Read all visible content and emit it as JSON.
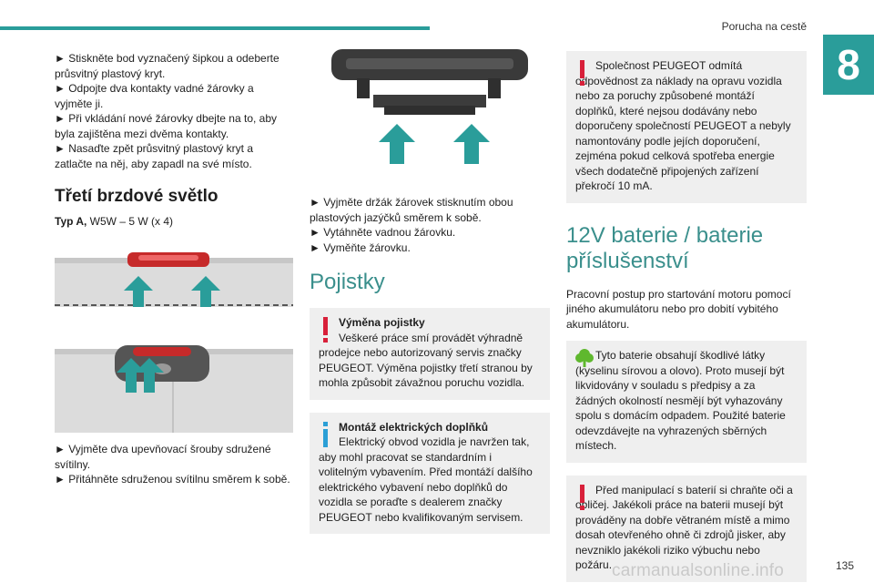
{
  "header": {
    "title": "Porucha na cestě",
    "chapter": "8"
  },
  "col1": {
    "steps_top": [
      "► Stiskněte bod vyznačený šipkou a odeberte průsvitný plastový kryt.",
      "► Odpojte dva kontakty vadné žárovky a vyjměte ji.",
      "► Při vkládání nové žárovky dbejte na to, aby byla zajištěna mezi dvěma kontakty.",
      "► Nasaďte zpět průsvitný plastový kryt a zatlačte na něj, aby zapadl na své místo."
    ],
    "heading": "Třetí brzdové světlo",
    "spec_label": "Typ A,",
    "spec_value": " W5W – 5 W (x 4)",
    "steps_bottom": [
      "► Vyjměte dva upevňovací šrouby sdružené svítilny.",
      "► Přitáhněte sdruženou svítilnu směrem k sobě."
    ]
  },
  "col2": {
    "steps": [
      "► Vyjměte držák žárovek stisknutím obou plastových jazýčků směrem k sobě.",
      "► Vytáhněte vadnou žárovku.",
      "► Vyměňte žárovku."
    ],
    "heading": "Pojistky",
    "warning_title": "Výměna pojistky",
    "warning_text": "Veškeré práce smí provádět výhradně prodejce nebo autorizovaný servis značky PEUGEOT. Výměna pojistky třetí stranou by mohla způsobit závažnou poruchu vozidla.",
    "info_title": "Montáž elektrických doplňků",
    "info_text": "Elektrický obvod vozidla je navržen tak, aby mohl pracovat se standardním i volitelným vybavením. Před montáží dalšího elektrického vybavení nebo doplňků do vozidla se poraďte s dealerem značky PEUGEOT nebo kvalifikovaným servisem."
  },
  "col3": {
    "warning1_text": "Společnost PEUGEOT odmítá odpovědnost za náklady na opravu vozidla nebo za poruchy způsobené montáží doplňků, které nejsou dodávány nebo doporučeny společností PEUGEOT a nebyly namontovány podle jejích doporučení, zejména pokud celková spotřeba energie všech dodatečně připojených zařízení překročí 10 mA.",
    "heading": "12V baterie / baterie příslušenství",
    "intro": "Pracovní postup pro startování motoru pomocí jiného akumulátoru nebo pro dobití vybitého akumulátoru.",
    "eco_text": "Tyto baterie obsahují škodlivé látky (kyselinu sírovou a olovo). Proto musejí být likvidovány v souladu s předpisy a za žádných okolností nesmějí být vyhazovány spolu s domácím odpadem. Použité baterie odevzdávejte na vyhrazených sběrných místech.",
    "warning2_text": "Před manipulací s baterií si chraňte oči a obličej. Jakékoli práce na baterii musejí být prováděny na dobře větraném místě a mimo dosah otevřeného ohně či zdrojů jisker, aby nevzniklo jakékoli riziko výbuchu nebo požáru."
  },
  "footer": {
    "page": "135",
    "watermark": "carmanualsonline.info"
  },
  "colors": {
    "accent": "#2a9d9a",
    "warning": "#d8203a",
    "info": "#2b9fd6",
    "eco": "#5fb82e"
  }
}
